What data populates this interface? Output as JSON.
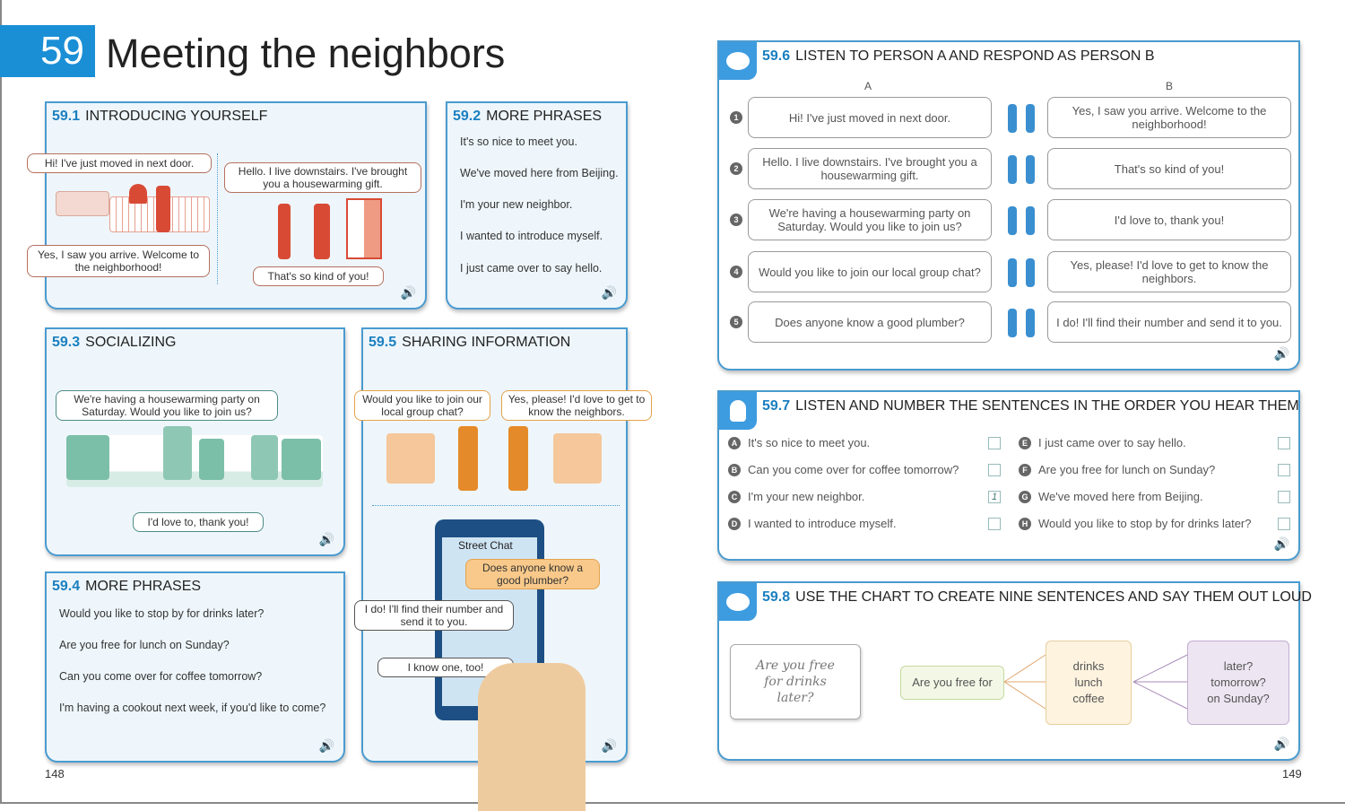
{
  "header": {
    "unit": "59",
    "title": "Meeting the neighbors"
  },
  "s1": {
    "num": "59.1",
    "title": "INTRODUCING YOURSELF",
    "b1": "Hi! I've just moved in next door.",
    "b2": "Yes, I saw you arrive. Welcome to the neighborhood!",
    "b3": "Hello. I live downstairs. I've brought you a housewarming gift.",
    "b4": "That's so kind of you!"
  },
  "s2": {
    "num": "59.2",
    "title": "MORE PHRASES",
    "items": [
      "It's so nice to meet you.",
      "We've moved here from Beijing.",
      "I'm your new neighbor.",
      "I wanted to introduce myself.",
      "I just came over to say hello."
    ]
  },
  "s3": {
    "num": "59.3",
    "title": "SOCIALIZING",
    "b1": "We're having a housewarming party on Saturday. Would you like to join us?",
    "b2": "I'd love to, thank you!"
  },
  "s4": {
    "num": "59.4",
    "title": "MORE PHRASES",
    "items": [
      "Would you like to stop by for drinks later?",
      "Are you free for lunch on Sunday?",
      "Can you come over for coffee tomorrow?",
      "I'm having a cookout next week, if you'd like to come?"
    ]
  },
  "s5": {
    "num": "59.5",
    "title": "SHARING INFORMATION",
    "b1": "Would you like to join our local group chat?",
    "b2": "Yes, please! I'd love to get to know the neighbors.",
    "chat_title": "Street Chat",
    "c1": "Does anyone know a good plumber?",
    "c2": "I do! I'll find their number and send it to you.",
    "c3": "I know one, too!"
  },
  "s6": {
    "num": "59.6",
    "title": "LISTEN TO PERSON A AND RESPOND AS PERSON B",
    "col_a": "A",
    "col_b": "B",
    "rows": [
      {
        "n": "1",
        "a": "Hi! I've just moved in next door.",
        "b": "Yes, I saw you arrive. Welcome to the neighborhood!"
      },
      {
        "n": "2",
        "a": "Hello. I live downstairs. I've brought you a housewarming gift.",
        "b": "That's so kind of you!"
      },
      {
        "n": "3",
        "a": "We're having a housewarming party on Saturday. Would you like to join us?",
        "b": "I'd love to, thank you!"
      },
      {
        "n": "4",
        "a": "Would you like to join our local group chat?",
        "b": "Yes, please! I'd love to get to know the neighbors."
      },
      {
        "n": "5",
        "a": "Does anyone know a good plumber?",
        "b": "I do! I'll find their number and send it to you."
      }
    ]
  },
  "s7": {
    "num": "59.7",
    "title": "LISTEN AND NUMBER THE SENTENCES IN THE ORDER YOU HEAR THEM",
    "items": [
      {
        "l": "A",
        "t": "It's so nice to meet you.",
        "v": ""
      },
      {
        "l": "B",
        "t": "Can you come over for coffee tomorrow?",
        "v": ""
      },
      {
        "l": "C",
        "t": "I'm your new neighbor.",
        "v": "1"
      },
      {
        "l": "D",
        "t": "I wanted to introduce myself.",
        "v": ""
      },
      {
        "l": "E",
        "t": "I just came over to say hello.",
        "v": ""
      },
      {
        "l": "F",
        "t": "Are you free for lunch on Sunday?",
        "v": ""
      },
      {
        "l": "G",
        "t": "We've moved here from Beijing.",
        "v": ""
      },
      {
        "l": "H",
        "t": "Would you like to stop by for drinks later?",
        "v": ""
      }
    ]
  },
  "s8": {
    "num": "59.8",
    "title": "USE THE CHART TO CREATE NINE SENTENCES AND SAY THEM OUT LOUD",
    "example": "Are you free for drinks later?",
    "start": "Are you free for",
    "mid": [
      "drinks",
      "lunch",
      "coffee"
    ],
    "end": [
      "later?",
      "tomorrow?",
      "on Sunday?"
    ]
  },
  "pages": {
    "left": "148",
    "right": "149"
  },
  "audio": "🔊"
}
